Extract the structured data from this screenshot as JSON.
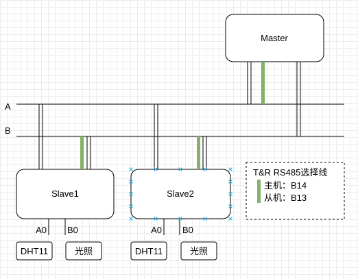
{
  "diagram": {
    "buses": {
      "a_label": "A",
      "b_label": "B"
    },
    "master": {
      "label": "Master"
    },
    "slave1": {
      "label": "Slave1",
      "pin_a": "A0",
      "pin_b": "B0",
      "sensor_1": "DHT11",
      "sensor_2": "光照"
    },
    "slave2": {
      "label": "Slave2",
      "pin_a": "A0",
      "pin_b": "B0",
      "sensor_1": "DHT11",
      "sensor_2": "光照"
    },
    "legend": {
      "title": "T&R RS485选择线",
      "line_1": "主机：B14",
      "line_2": "从机：B13"
    },
    "colors": {
      "select_line": "#82b366",
      "selection_handle": "#29b6f2",
      "stroke": "#000000"
    }
  }
}
